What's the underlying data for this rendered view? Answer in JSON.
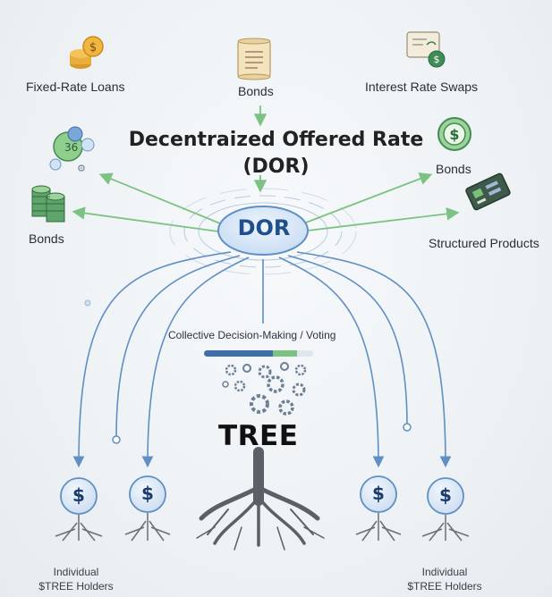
{
  "title": {
    "line1": "Decentraized Offered Rate",
    "line2": "(DOR)"
  },
  "hub": {
    "label": "DOR"
  },
  "products": {
    "fixed_rate_loans": "Fixed-Rate Loans",
    "bonds_top": "Bonds",
    "interest_rate_swaps": "Interest Rate Swaps",
    "bonds_right": "Bonds",
    "bonds_left": "Bonds",
    "structured_products": "Structured Products"
  },
  "governance": {
    "voting_label": "Collective Decision-Making / Voting",
    "progress": 0.85,
    "tree_label": "TREE"
  },
  "holders": {
    "left": {
      "line1": "Individual",
      "line2": "$TREE Holders"
    },
    "right": {
      "line1": "Individual",
      "line2": "$TREE Holders"
    },
    "coin_symbol": "$"
  },
  "icons": {
    "loans": "coin-stack-icon",
    "bonds_top": "scroll-document-icon",
    "swaps": "swap-document-icon",
    "bonds_right": "dollar-coin-icon",
    "bonds_left": "green-coin-stack-icon",
    "structured": "circuit-card-icon",
    "misc": "percent-molecule-icon",
    "governance": "gears-icon",
    "tree": "tree-roots-icon"
  },
  "colors": {
    "green_line": "#7cc383",
    "blue_line": "#5f8fc3",
    "hub_fill": "#dceafa",
    "hub_text": "#1f4f8f",
    "coin_fill": "#dde9f7"
  }
}
